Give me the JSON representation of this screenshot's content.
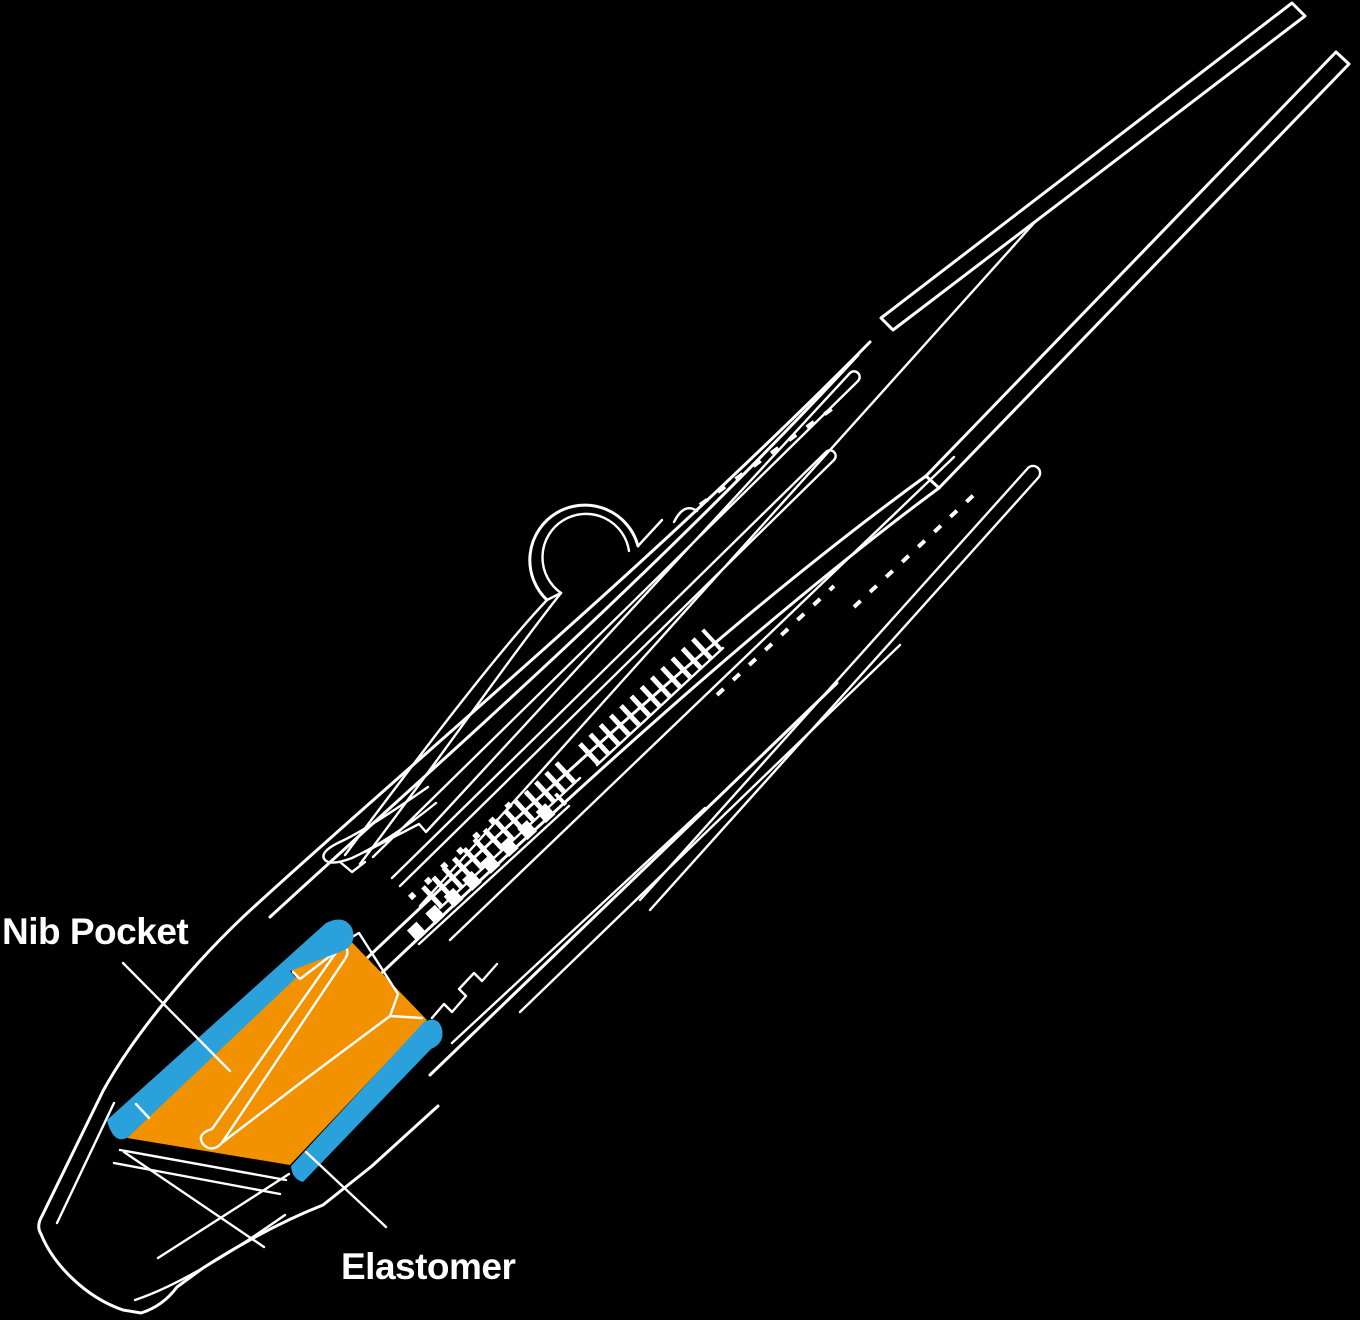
{
  "diagram": {
    "subject": "stylus-pen-cutaway-cross-section",
    "background": "#000000",
    "colors": {
      "line": "#ffffff",
      "nib_pocket_fill": "#F39200",
      "elastomer_fill": "#2BA1DC"
    },
    "labels": {
      "nib_pocket": "Nib Pocket",
      "elastomer": "Elastomer"
    }
  }
}
